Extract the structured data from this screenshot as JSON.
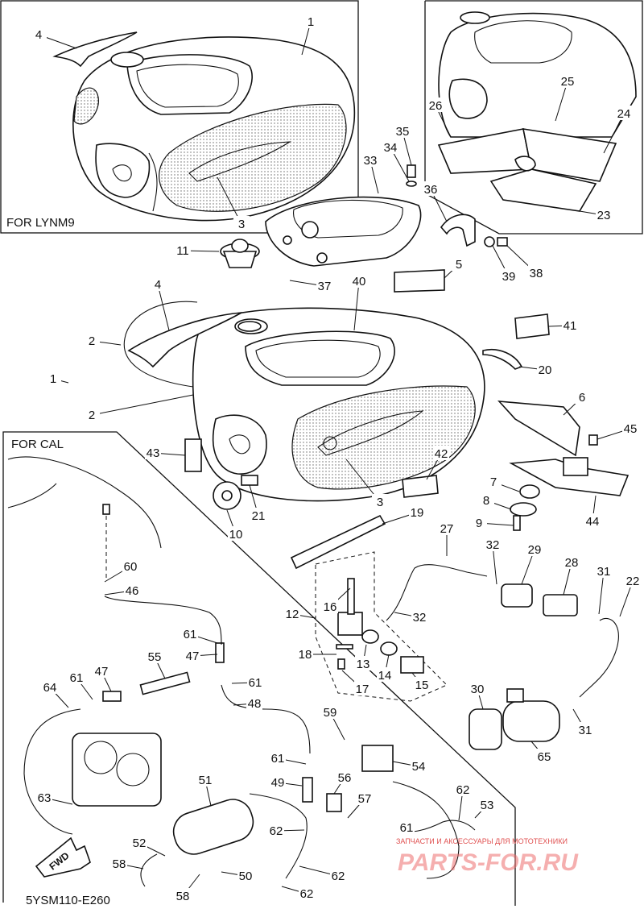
{
  "diagram": {
    "code_label": "5YSM110-E260",
    "fwd_label": "FWD",
    "inset_lynm9": {
      "label": "FOR LYNM9"
    },
    "inset_cal": {
      "label": "FOR CAL"
    },
    "watermark": {
      "text": "PARTS-FOR.RU",
      "tagline": "ЗАПЧАСТИ И АКСЕССУАРЫ ДЛЯ МОТОТЕХНИКИ"
    },
    "callouts": [
      "1",
      "4",
      "3",
      "26",
      "25",
      "24",
      "23",
      "35",
      "34",
      "33",
      "36",
      "11",
      "38",
      "39",
      "37",
      "5",
      "4",
      "40",
      "41",
      "2",
      "1",
      "20",
      "2",
      "6",
      "45",
      "43",
      "42",
      "7",
      "8",
      "9",
      "3",
      "10",
      "21",
      "19",
      "44",
      "27",
      "60",
      "32",
      "29",
      "28",
      "31",
      "22",
      "46",
      "12",
      "16",
      "32",
      "61",
      "18",
      "13",
      "14",
      "15",
      "47",
      "17",
      "64",
      "61",
      "47",
      "55",
      "61",
      "48",
      "30",
      "59",
      "31",
      "65",
      "61",
      "54",
      "63",
      "51",
      "49",
      "56",
      "57",
      "62",
      "53",
      "61",
      "62",
      "52",
      "58",
      "58",
      "50",
      "62",
      "62"
    ]
  }
}
